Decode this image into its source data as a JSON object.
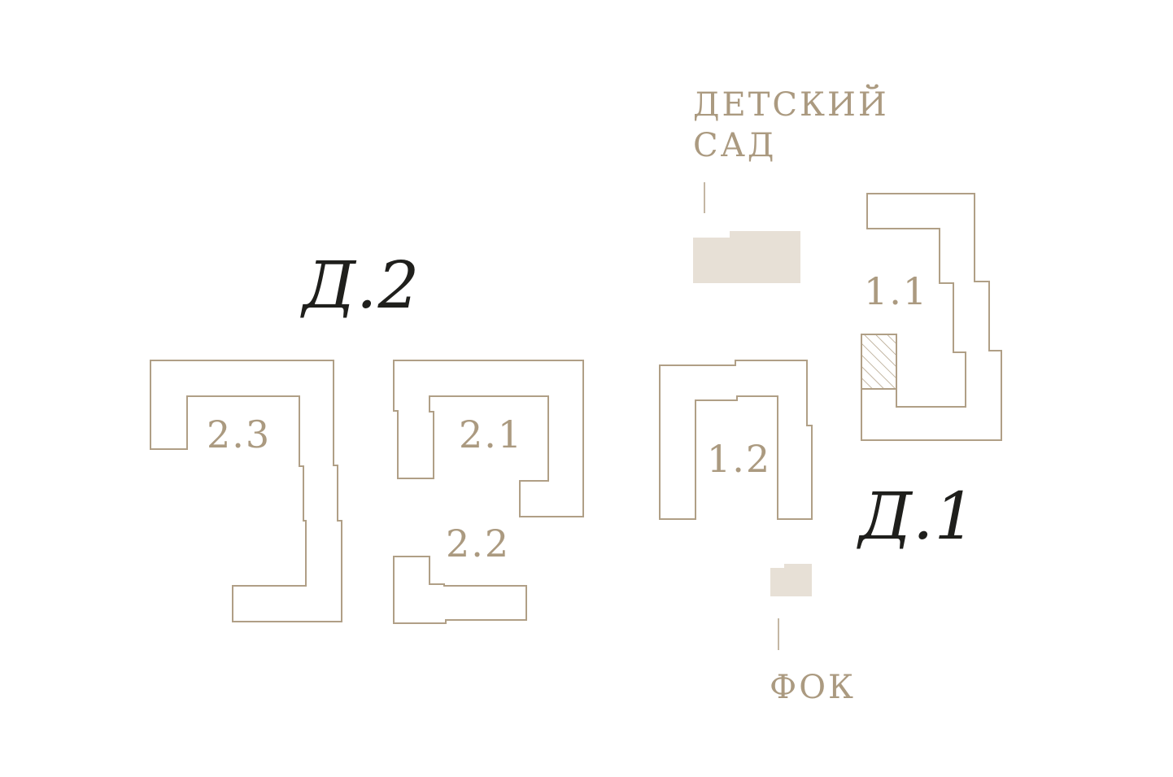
{
  "colors": {
    "background": "#ffffff",
    "outline": "#b09f86",
    "building_label": "#ab9a80",
    "queue_label": "#1f1f1c",
    "facility_fill": "#e7e0d6"
  },
  "queues": {
    "d2": "Д.2",
    "d1": "Д.1"
  },
  "buildings": {
    "b2_3": "2.3",
    "b2_1": "2.1",
    "b2_2": "2.2",
    "b1_2": "1.2",
    "b1_1": "1.1"
  },
  "facilities": {
    "kindergarten_line1": "ДЕТСКИЙ",
    "kindergarten_line2": "САД",
    "fok": "ФОК"
  }
}
